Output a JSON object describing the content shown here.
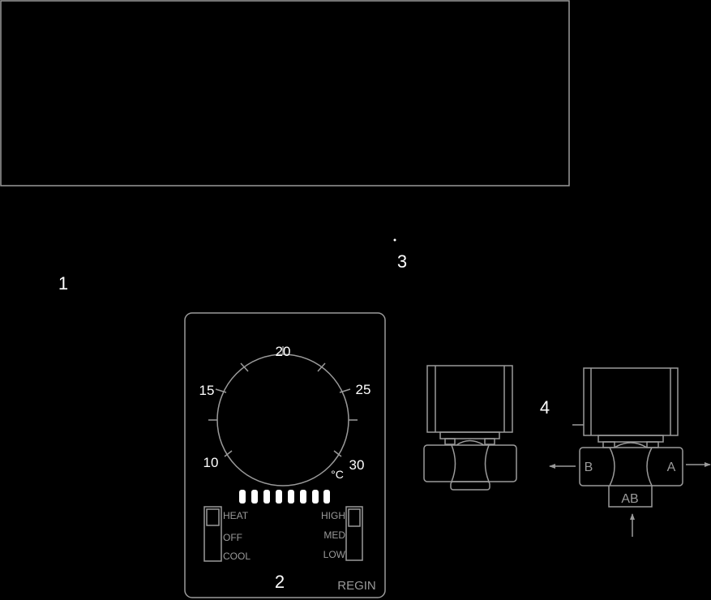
{
  "callouts": {
    "c1": "1",
    "c2": "2",
    "c3": "3",
    "c4": "4"
  },
  "thermostat": {
    "dial_labels": {
      "t10": "10",
      "t15": "15",
      "t20": "20",
      "t25": "25",
      "t30": "30",
      "unit": "°C"
    },
    "mode_switch": {
      "heat": "HEAT",
      "off": "OFF",
      "cool": "COOL"
    },
    "fan_switch": {
      "high": "HIGH",
      "med": "MED",
      "low": "LOW"
    },
    "brand": "REGIN"
  },
  "valve": {
    "port_b": "B",
    "port_a": "A",
    "port_ab": "AB"
  },
  "colors": {
    "background": "#000000",
    "stroke": "#9a9a9a",
    "text": "#ffffff",
    "led": "#ffffff"
  }
}
